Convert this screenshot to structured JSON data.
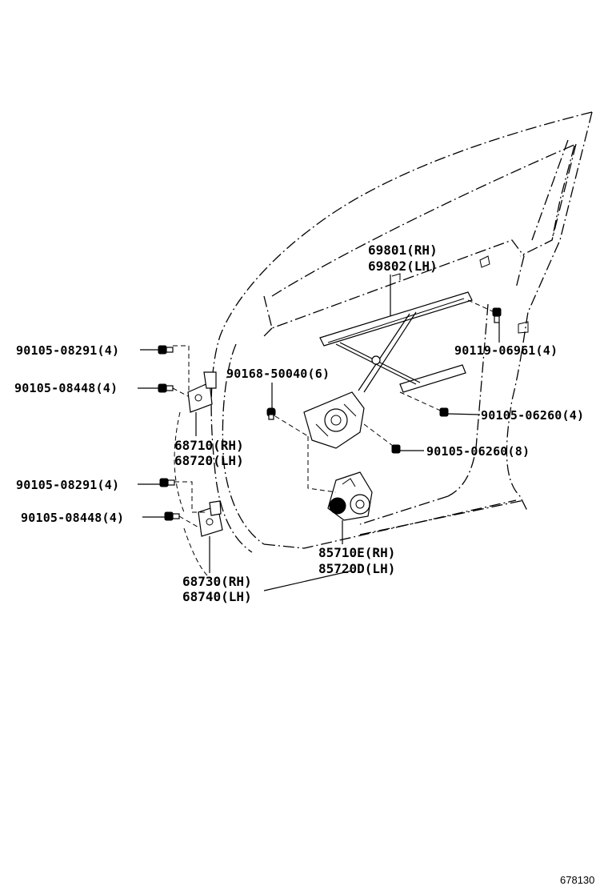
{
  "callouts": {
    "glass_run_rh": "69801(RH)",
    "glass_run_lh": "69802(LH)",
    "bolt_top_right": "90119-06961(4)",
    "bolt_upper_hinge_top": "90105-08291(4)",
    "bolt_upper_hinge_bottom": "90105-08448(4)",
    "screw_regulator": "90168-50040(6)",
    "bolt_regulator_right": "90105-06260(4)",
    "bolt_regulator_lower": "90105-06260(8)",
    "hinge_upper_rh": "68710(RH)",
    "hinge_upper_lh": "68720(LH)",
    "bolt_lower_hinge_top": "90105-08291(4)",
    "bolt_lower_hinge_bottom": "90105-08448(4)",
    "motor_rh": "85710E(RH)",
    "motor_lh": "85720D(LH)",
    "hinge_lower_rh": "68730(RH)",
    "hinge_lower_lh": "68740(LH)"
  },
  "diagram_ref": "678130",
  "icons": [
    "bolt-icon",
    "screw-icon",
    "hinge-icon",
    "window-regulator-icon",
    "regulator-motor-icon",
    "door-frame-icon"
  ]
}
